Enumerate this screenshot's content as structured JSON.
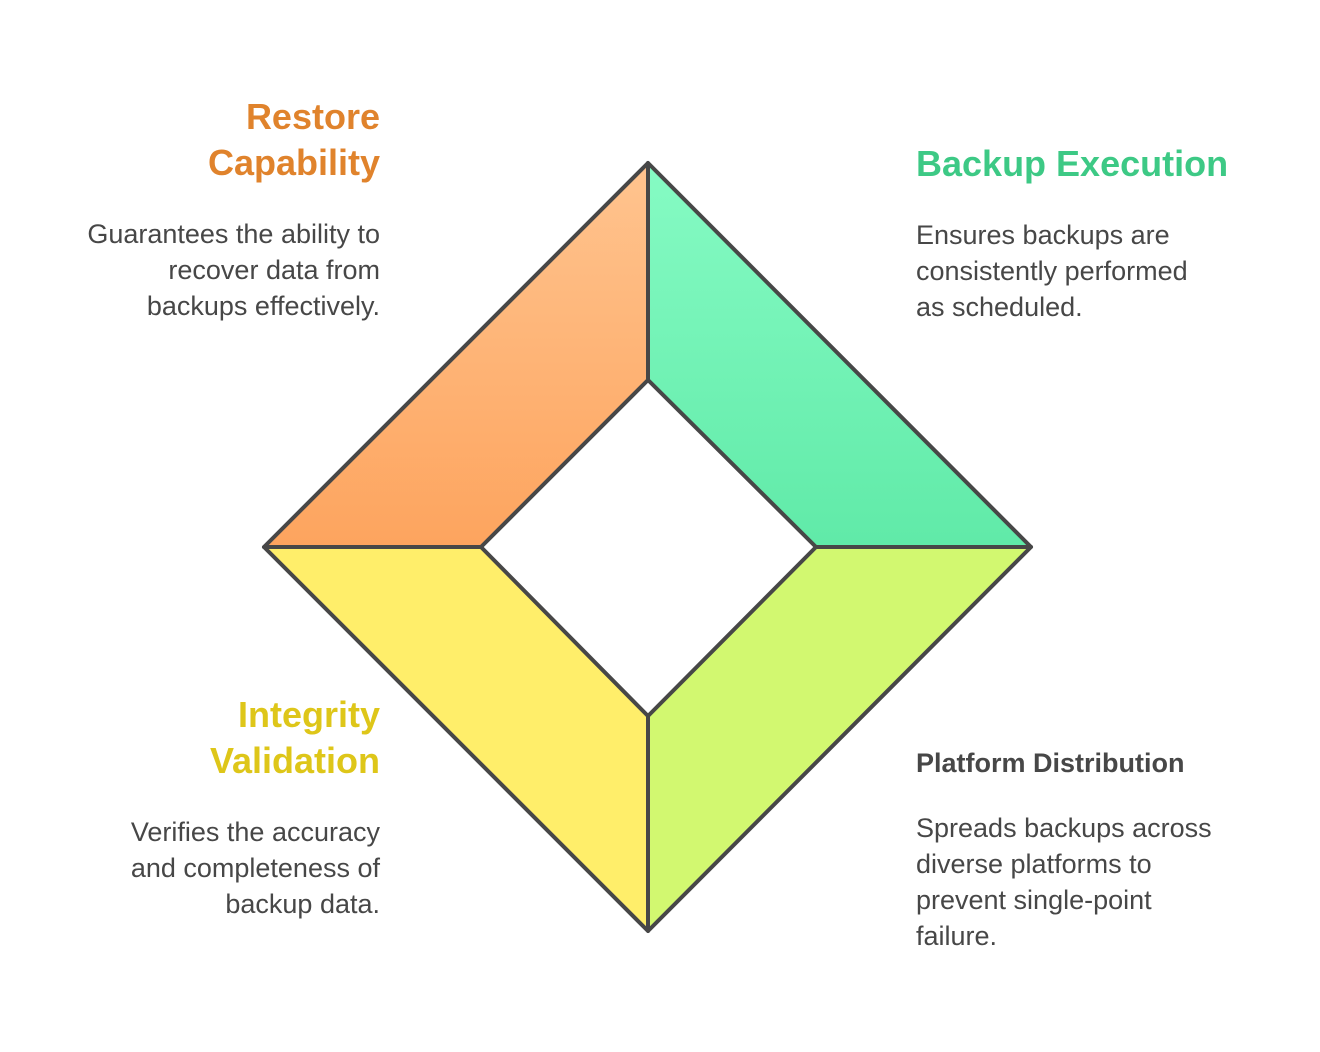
{
  "segments": [
    {
      "id": "restore",
      "title": "Restore Capability",
      "title_lines": [
        "Restore",
        "Capability"
      ],
      "description_lines": [
        "Guarantees the ability to",
        "recover data from",
        "backups effectively."
      ],
      "color_top": "#FFC48F",
      "color_bottom": "#FDA45E",
      "title_color": "#E0832C"
    },
    {
      "id": "backup",
      "title": "Backup Execution",
      "title_lines": [
        "Backup Execution"
      ],
      "description_lines": [
        "Ensures backups are",
        "consistently performed",
        "as scheduled."
      ],
      "color_top": "#86FBC4",
      "color_bottom": "#60EAA8",
      "title_color": "#3DC985"
    },
    {
      "id": "integrity",
      "title": "Integrity Validation",
      "title_lines": [
        "Integrity",
        "Validation"
      ],
      "description_lines": [
        "Verifies the accuracy",
        "and completeness of",
        "backup data."
      ],
      "color_top": "#FFF06C",
      "color_bottom": "#FFEA66",
      "title_color": "#DEC619"
    },
    {
      "id": "platform",
      "title": "Platform Distribution",
      "title_lines": [
        "Platform Distribution"
      ],
      "description_lines": [
        "Spreads backups across",
        "diverse platforms to",
        "prevent single-point",
        "failure."
      ],
      "color_top": "#D4F972",
      "color_bottom": "#CFF56D",
      "title_color": "#474747"
    }
  ],
  "stroke_color": "#474747"
}
